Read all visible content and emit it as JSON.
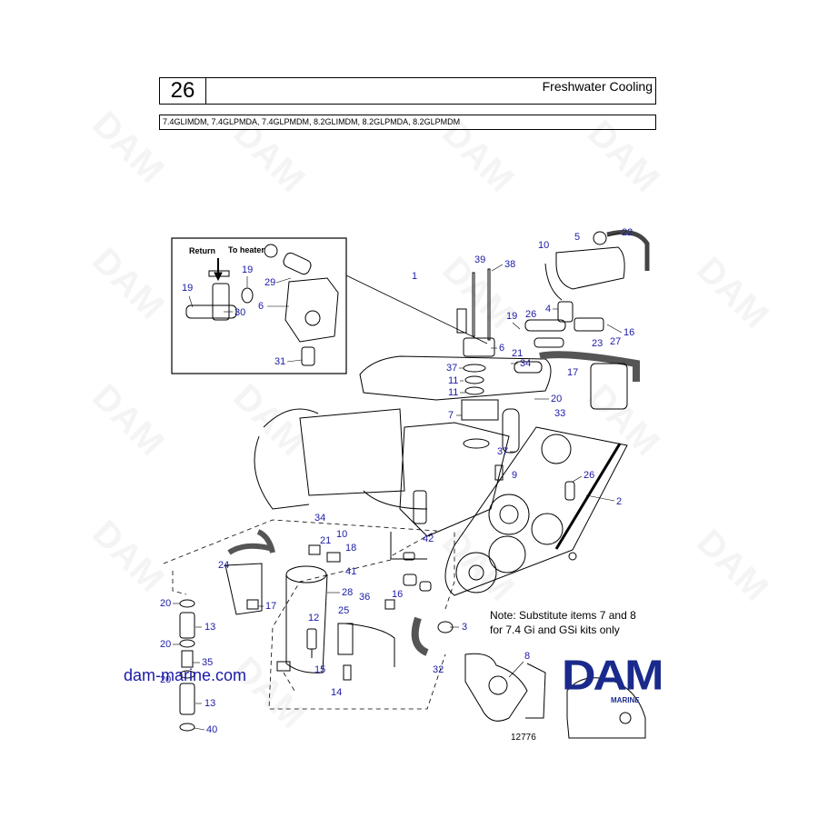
{
  "header": {
    "section_number": "26",
    "title": "Freshwater Cooling",
    "models": "7.4GLIMDM, 7.4GLPMDA, 7.4GLPMDM, 8.2GLIMDM, 8.2GLPMDA, 8.2GLPMDM"
  },
  "inset": {
    "return_label": "Return",
    "to_heater_label": "To heater"
  },
  "callouts": [
    "1",
    "2",
    "3",
    "4",
    "5",
    "6",
    "7",
    "8",
    "9",
    "10",
    "11",
    "12",
    "13",
    "14",
    "15",
    "16",
    "17",
    "18",
    "19",
    "20",
    "21",
    "22",
    "23",
    "24",
    "25",
    "26",
    "27",
    "28",
    "29",
    "30",
    "31",
    "32",
    "33",
    "34",
    "35",
    "36",
    "37",
    "38",
    "39",
    "40",
    "41",
    "42"
  ],
  "note": {
    "line1": "Note: Substitute items 7 and 8",
    "line2": "for 7.4 Gi and GSi kits only"
  },
  "website": "dam-marine.com",
  "drawing_number": "12776",
  "brand": {
    "name": "DAM",
    "sub": "MARINE",
    "color": "#1a2a8c"
  },
  "watermark_text": "DAM",
  "colors": {
    "callout": "#1a1aa8",
    "line": "#000000"
  }
}
